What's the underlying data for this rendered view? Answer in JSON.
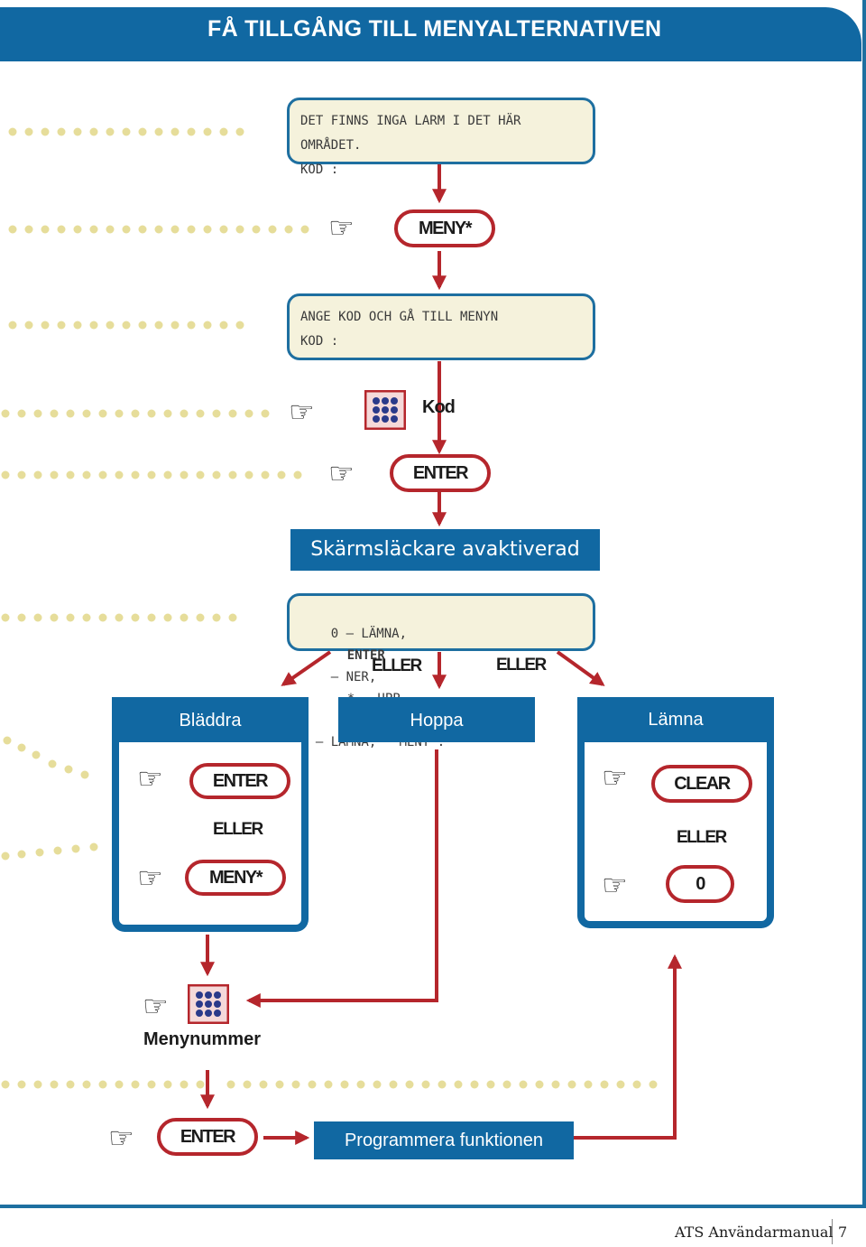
{
  "title": "FÅ TILLGÅNG TILL MENYALTERNATIVEN",
  "lcd1": {
    "line1": "DET FINNS INGA LARM I DET HÄR OMRÅDET.",
    "line2": "KOD :"
  },
  "key_meny_top": "MENY*",
  "lcd2": {
    "line1": "ANGE KOD OCH GÅ TILL MENYN",
    "line2": "KOD :"
  },
  "kod_label": "Kod",
  "key_enter_top": "ENTER",
  "screensaver": "Skärmsläckare avaktiverad",
  "lcd3": {
    "line1_a": "0 – LÄMNA,",
    "line1_b": "ENTER",
    "line1_c": "– NER,",
    "line1_d": "* – UPP",
    "line2": "0 – LÄMNA,   MENY :"
  },
  "eller_left": "ELLER",
  "eller_right": "ELLER",
  "boxes": {
    "left": "Bläddra",
    "middle": "Hoppa",
    "right": "Lämna"
  },
  "left_panel": {
    "key1": "ENTER",
    "eller": "ELLER",
    "key2": "MENY*"
  },
  "right_panel": {
    "key1": "CLEAR",
    "eller": "ELLER",
    "key2": "0"
  },
  "menynummer": "Menynummer",
  "key_enter_bottom": "ENTER",
  "program": "Programmera funktionen",
  "footer": {
    "text": "ATS Användarmanual",
    "page": "7"
  },
  "icons": {
    "hand": "pointing-hand-icon",
    "keypad": "keypad-icon"
  },
  "colors": {
    "blue": "#1168a2",
    "red": "#b5262c",
    "lcd_bg": "#f5f2dc",
    "dots": "#e6dd9a"
  }
}
